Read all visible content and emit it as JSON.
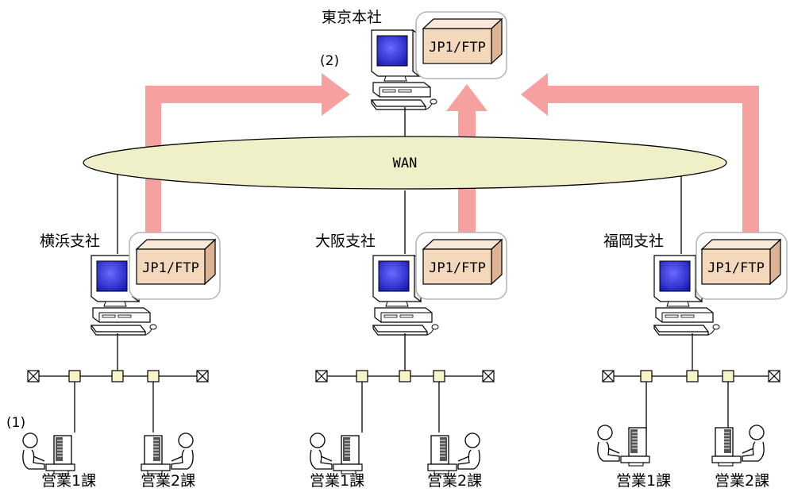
{
  "headquarters": {
    "label": "東京本社",
    "product": "JP1/FTP",
    "marker": "(2)"
  },
  "network": {
    "label": "WAN"
  },
  "branches": [
    {
      "label": "横浜支社",
      "product": "JP1/FTP",
      "marker": "(1)",
      "sections": [
        "営業1課",
        "営業2課"
      ]
    },
    {
      "label": "大阪支社",
      "product": "JP1/FTP",
      "sections": [
        "営業1課",
        "営業2課"
      ]
    },
    {
      "label": "福岡支社",
      "product": "JP1/FTP",
      "sections": [
        "営業1課",
        "営業2課"
      ]
    }
  ],
  "colors": {
    "arrow": "#f7a0a0",
    "wan_fill": "#f0f0c8",
    "node_fill": "#f5f5c8",
    "box_front": "#f3d8bc",
    "box_top": "#fae9d8",
    "box_side": "#dcb494",
    "screen": "#2d2dd8"
  }
}
